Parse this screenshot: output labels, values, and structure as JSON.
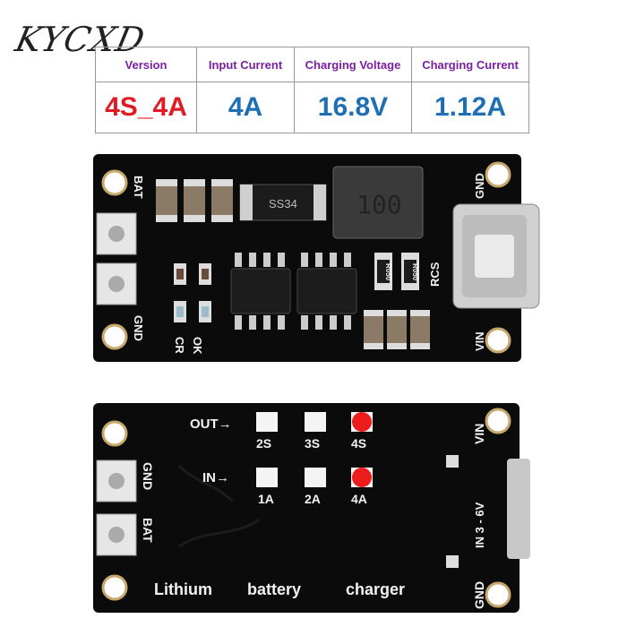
{
  "logo": "KYCXD",
  "spec_table": {
    "headers": [
      "Version",
      "Input Current",
      "Charging Voltage",
      "Charging Current"
    ],
    "values": [
      "4S_4A",
      "4A",
      "16.8V",
      "1.12A"
    ]
  },
  "board_top": {
    "labels": {
      "bat": "BAT",
      "gnd_left": "GND",
      "ok": "OK",
      "cr": "CR",
      "gnd_right": "GND",
      "rcs": "RCS",
      "vin": "VIN",
      "diode": "SS34",
      "inductor": "100",
      "r1": "R050",
      "r2": "R050"
    }
  },
  "board_bottom": {
    "out_label": "OUT→",
    "in_label": "IN→",
    "out_options": [
      "2S",
      "3S",
      "4S"
    ],
    "in_options": [
      "1A",
      "2A",
      "4A"
    ],
    "selected_out": "4S",
    "selected_in": "4A",
    "labels": {
      "gnd": "GND",
      "bat": "BAT",
      "vin": "VIN",
      "in_range": "IN 3 - 6V",
      "gnd_right": "GND",
      "caption_1": "Lithium",
      "caption_2": "battery",
      "caption_3": "charger"
    }
  },
  "colors": {
    "pcb": "#0b0b0b",
    "selected_pad": "#ee1c1c",
    "pad": "#f4f4f4",
    "header_text": "#7a1fa2",
    "value_text": "#1f6fb5",
    "version_text": "#e01b24"
  }
}
